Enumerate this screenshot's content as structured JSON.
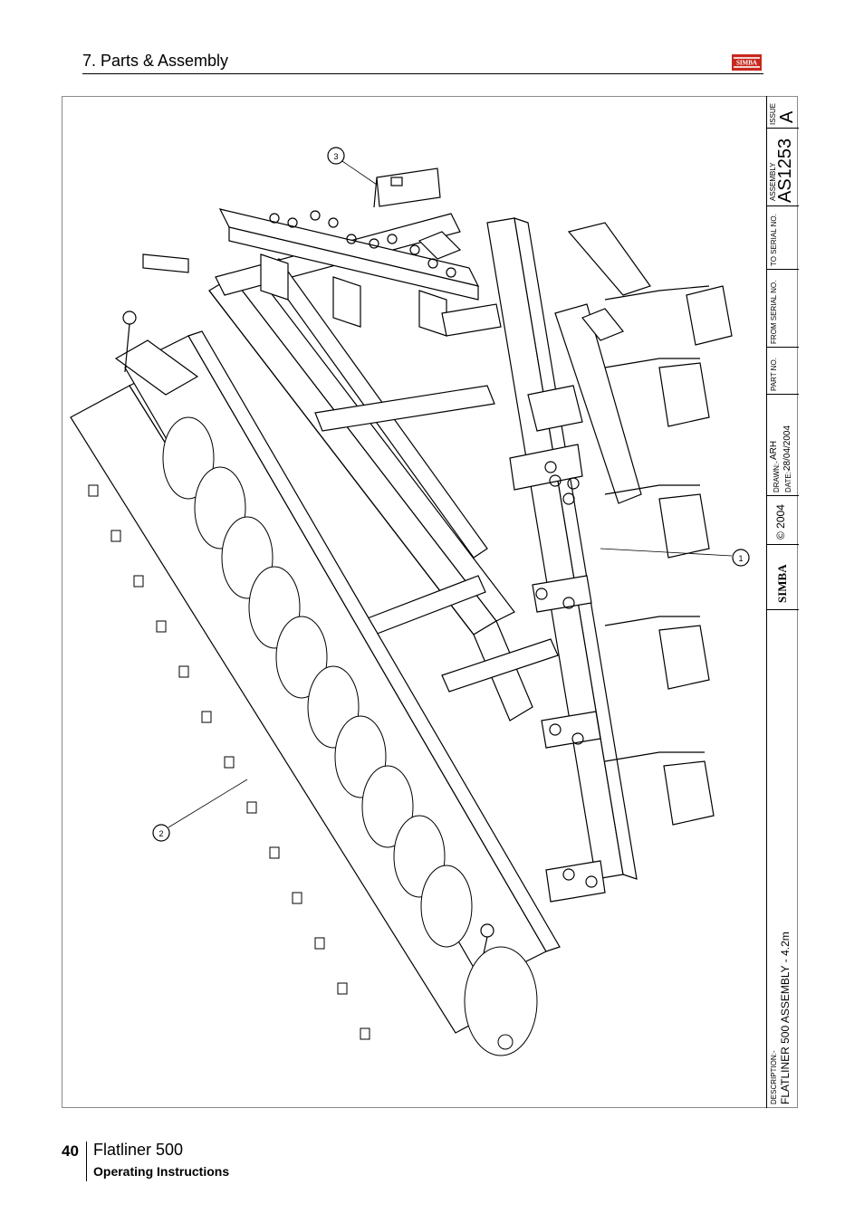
{
  "header": {
    "section": "7. Parts & Assembly",
    "logo_text": "SIMBA"
  },
  "callouts": [
    "1",
    "2",
    "3"
  ],
  "title_block": {
    "issue_label": "ISSUE",
    "issue_value": "A",
    "assembly_label": "ASSEMBLY",
    "assembly_value": "AS1253",
    "to_serial_label": "TO SERIAL NO.",
    "from_serial_label": "FROM SERIAL NO.",
    "part_no_label": "PART NO.",
    "drawn_label": "DRAWN:-",
    "drawn_value": "ARH",
    "date_label": "DATE:-",
    "date_value": "28/04/2004",
    "copyright": "© 2004",
    "brand": "SIMBA",
    "description_label": "DESCRIPTION:-",
    "description_value": "FLATLINER 500 ASSEMBLY - 4.2m"
  },
  "footer": {
    "page_number": "40",
    "product": "Flatliner 500",
    "subtitle": "Operating Instructions"
  }
}
